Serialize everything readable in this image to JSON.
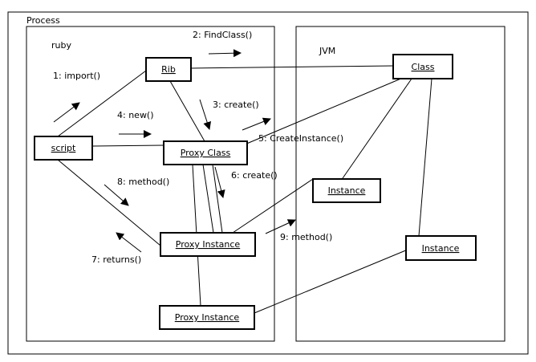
{
  "frames": {
    "process": "Process",
    "ruby": "ruby",
    "jvm": "JVM"
  },
  "objects": {
    "rib": "Rib",
    "script": "script",
    "proxy_class": "Proxy Class",
    "proxy_instance_1": "Proxy Instance",
    "proxy_instance_2": "Proxy Instance",
    "class": "Class",
    "instance_1": "Instance",
    "instance_2": "Instance"
  },
  "messages": {
    "import": "1: import()",
    "find_class": "2: FindClass()",
    "create_3": "3: create()",
    "new": "4: new()",
    "create_instance": "5: CreateInstance()",
    "create_6": "6: create()",
    "returns": "7: returns()",
    "method_8": "8: method()",
    "method_9": "9: method()"
  }
}
